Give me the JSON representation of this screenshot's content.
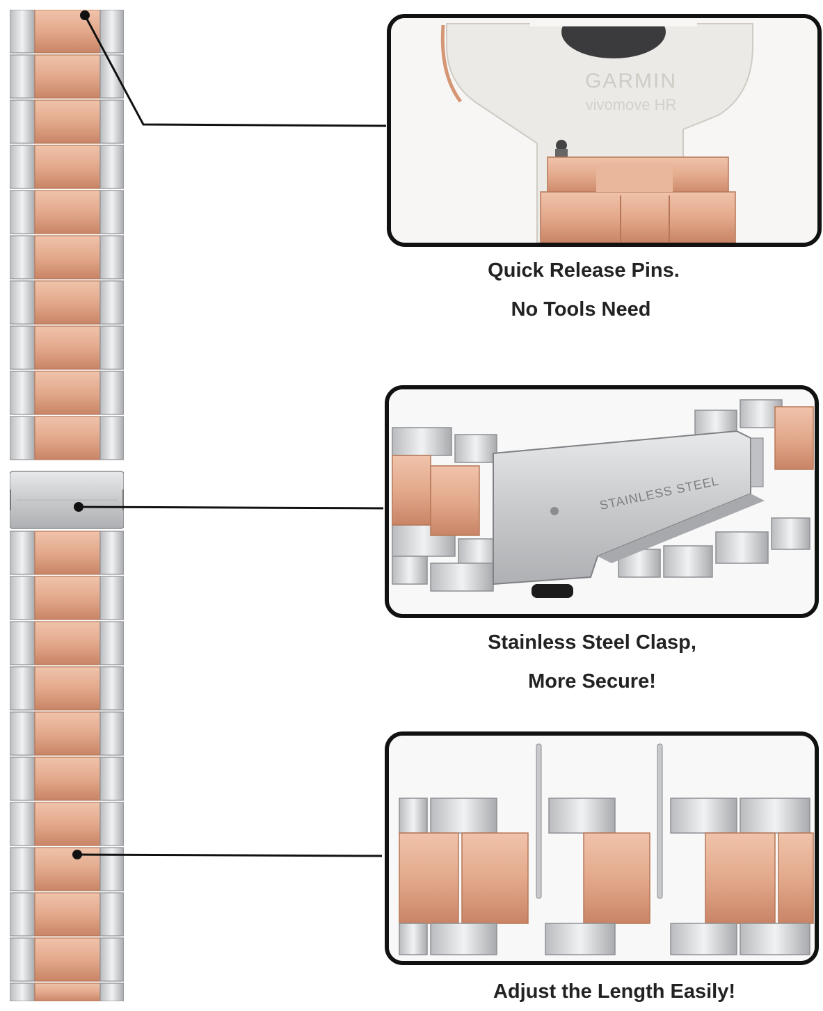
{
  "features": [
    {
      "caption_line1": "Quick Release Pins.",
      "caption_line2": "No Tools Need"
    },
    {
      "caption_line1": "Stainless Steel Clasp,",
      "caption_line2": "More Secure!"
    },
    {
      "caption_line1": "Adjust the Length Easily!",
      "caption_line2": ""
    }
  ],
  "engravings": {
    "brand": "GARMIN",
    "model": "vivomove HR",
    "clasp": "STAINLESS STEEL"
  },
  "colors": {
    "rose_gold": "#e3a98c",
    "rose_gold_dark": "#c98466",
    "silver": "#d9dadc",
    "silver_dark": "#9a9ca0",
    "outline": "#111111"
  }
}
